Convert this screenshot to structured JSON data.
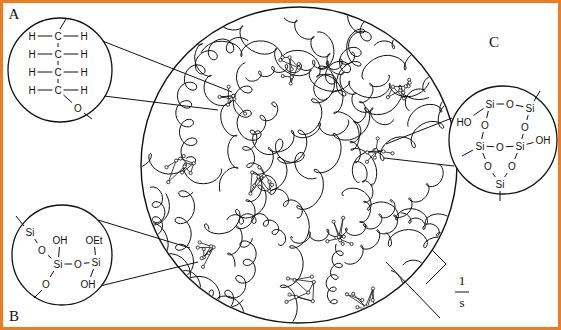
{
  "diagram": {
    "labels": [
      "A",
      "B",
      "C",
      "H",
      "C",
      "H",
      "H",
      "C",
      "H",
      "H",
      "C",
      "H",
      "H",
      "C",
      "H",
      "O",
      "Si",
      "O",
      "Si",
      "OH",
      "O",
      "Si",
      "OEt",
      "OH",
      "O",
      "Si",
      "HO",
      "O",
      "Si",
      "O",
      "Si",
      "O",
      "Si",
      "O",
      "OH",
      "O",
      "O",
      "Si",
      "1",
      "s"
    ]
  }
}
